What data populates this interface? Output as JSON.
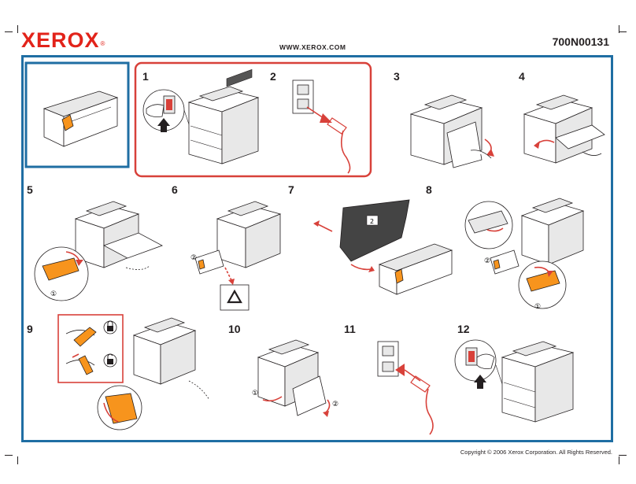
{
  "header": {
    "brand": "XEROX",
    "trademark": "®",
    "website": "WWW.XEROX.COM",
    "part_number": "700N00131"
  },
  "steps": [
    {
      "label": "1"
    },
    {
      "label": "2"
    },
    {
      "label": "3"
    },
    {
      "label": "4"
    },
    {
      "label": "5"
    },
    {
      "label": "6"
    },
    {
      "label": "7"
    },
    {
      "label": "8"
    },
    {
      "label": "9"
    },
    {
      "label": "10"
    },
    {
      "label": "11"
    },
    {
      "label": "12"
    }
  ],
  "callouts": {
    "one": "①",
    "two": "②",
    "cartridge_number": "2"
  },
  "footer": {
    "copyright": "Copyright © 2006 Xerox Corporation. All Rights Reserved."
  },
  "colors": {
    "brand_red": "#e2231a",
    "frame_blue": "#1f6ea3",
    "highlight_red": "#d8413a",
    "accent_orange": "#f7941d"
  },
  "icons": [
    "recycle-icon",
    "lock-icon",
    "unlock-icon",
    "arrow-icon",
    "power-switch-icon",
    "wall-outlet-icon"
  ]
}
